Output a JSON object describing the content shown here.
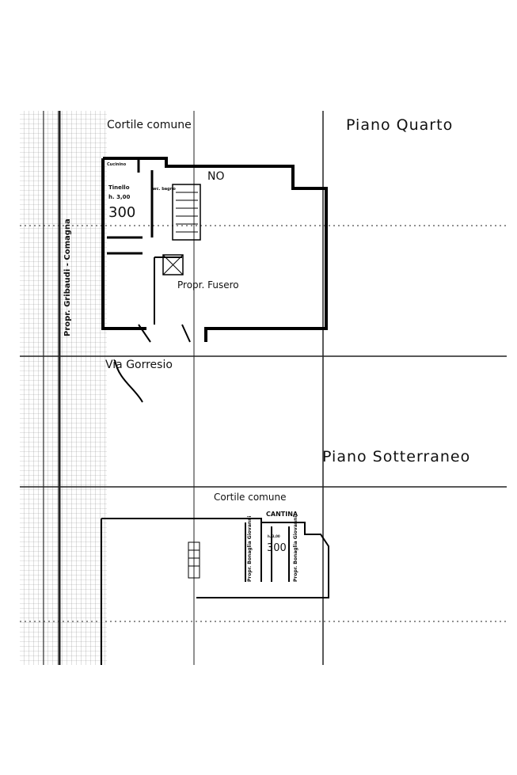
{
  "piano_quarto": {
    "title": "Piano Quarto",
    "courtyard": "Cortile comune",
    "street": "Via Gorresio",
    "north": "NO",
    "neighbour_left": "Propr. Gribaudi - Comagna",
    "neighbour_right": "Propr. Fusero",
    "room_tinello": "Tinello",
    "room_height": "h. 3,00",
    "height_value": "300",
    "room_wc": "wc. bagno",
    "room_cucinino": "Cucinino"
  },
  "piano_sotterraneo": {
    "title": "Piano Sotterraneo",
    "courtyard": "Cortile comune",
    "cellar": "CANTINA",
    "room_height": "h. 3,00",
    "height_value": "300",
    "neighbour_left": "Propr. Bonaglia Giovanni",
    "neighbour_right": "Propr. Bonaglia Giovanni"
  }
}
